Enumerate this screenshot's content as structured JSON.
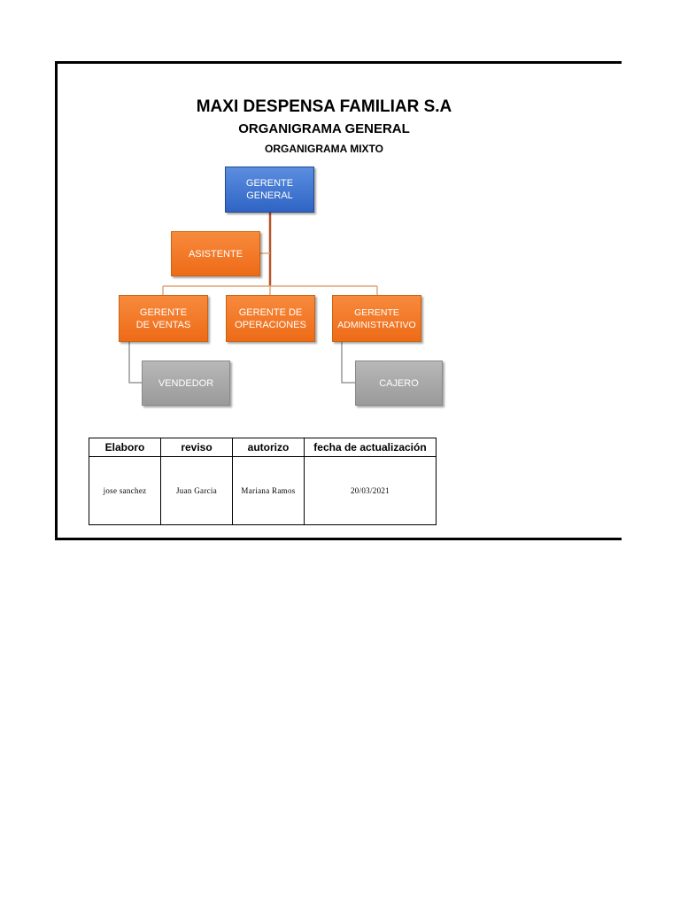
{
  "header": {
    "company": "MAXI DESPENSA FAMILIAR S.A",
    "title": "ORGANIGRAMA GENERAL",
    "subtitle": "ORGANIGRAMA MIXTO"
  },
  "org": {
    "gerente_general": "GERENTE GENERAL",
    "asistente": "ASISTENTE",
    "gerente_ventas": "GERENTE DE VENTAS",
    "gerente_operaciones": "GERENTE DE OPERACIONES",
    "gerente_administrativo": "GERENTE ADMINISTRATIVO",
    "vendedor": "VENDEDOR",
    "cajero": "CAJERO"
  },
  "colors": {
    "top_node": "#2f64c4",
    "manager_nodes": "#ee6b17",
    "staff_nodes": "#9a9a9a",
    "connector_main": "#b5552a",
    "connector_secondary": "#e0a57a"
  },
  "signoff": {
    "headers": [
      "Elaboro",
      "reviso",
      "autorizo",
      "fecha de actualización"
    ],
    "values": [
      "jose sanchez",
      "Juan Garcia",
      "Mariana Ramos",
      "20/03/2021"
    ]
  }
}
